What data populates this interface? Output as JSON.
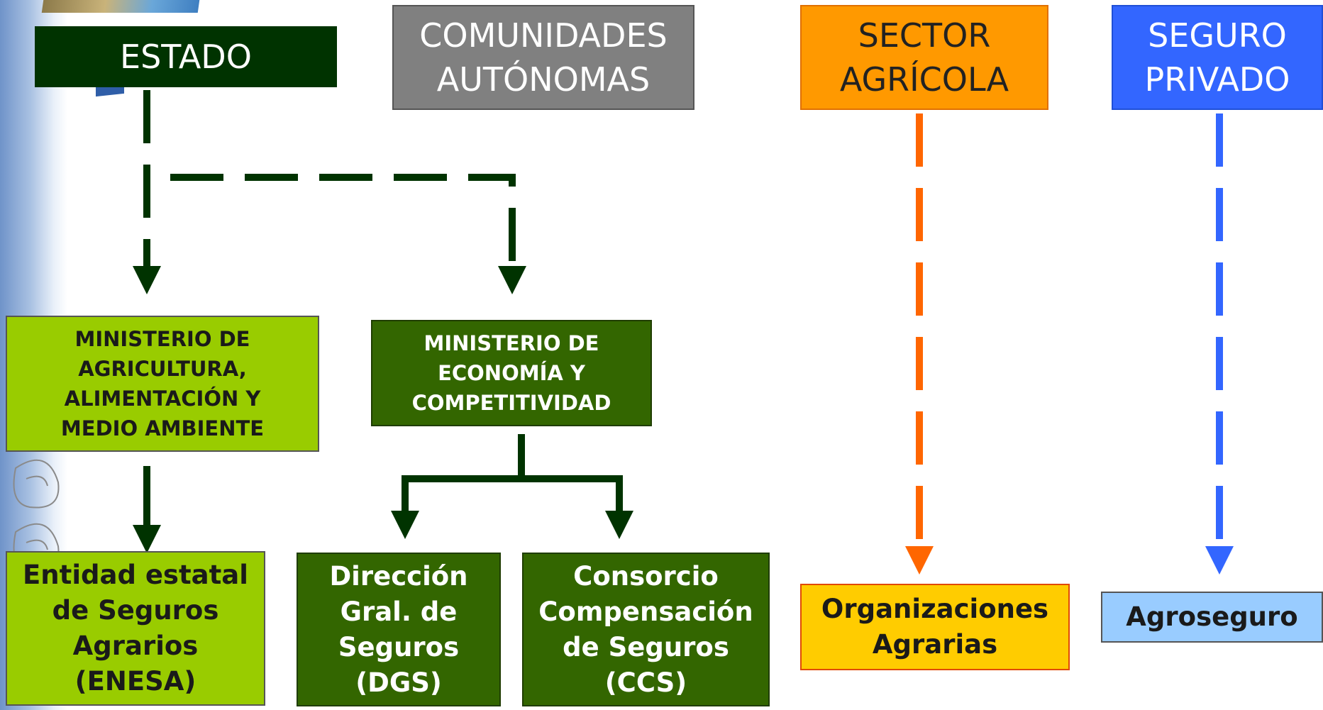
{
  "colors": {
    "estado": "#003300",
    "dark_green": "#336600",
    "light_green": "#99cc00",
    "grey": "#808080",
    "orange": "#ff9900",
    "orange_line": "#ff6600",
    "blue": "#3366ff",
    "light_blue": "#99ccff",
    "yellow": "#ffcc00"
  },
  "headers": {
    "estado": "ESTADO",
    "ccaa": "COMUNIDADES\nAUTÓNOMAS",
    "sector": "SECTOR\nAGRÍCOLA",
    "seguro": "SEGURO\nPRIVADO"
  },
  "ministries": {
    "magrama": "MINISTERIO DE\nAGRICULTURA,\nALIMENTACIÓN Y\nMEDIO AMBIENTE",
    "mineco": "MINISTERIO DE\nECONOMÍA Y\nCOMPETITIVIDAD"
  },
  "entities": {
    "enesa": "Entidad estatal\nde Seguros\nAgrarios\n(ENESA)",
    "dgs": "Dirección\nGral. de\nSeguros\n(DGS)",
    "ccs": "Consorcio\nCompensación\nde Seguros\n(CCS)",
    "organizaciones": "Organizaciones\nAgrarias",
    "agroseguro": "Agroseguro"
  }
}
